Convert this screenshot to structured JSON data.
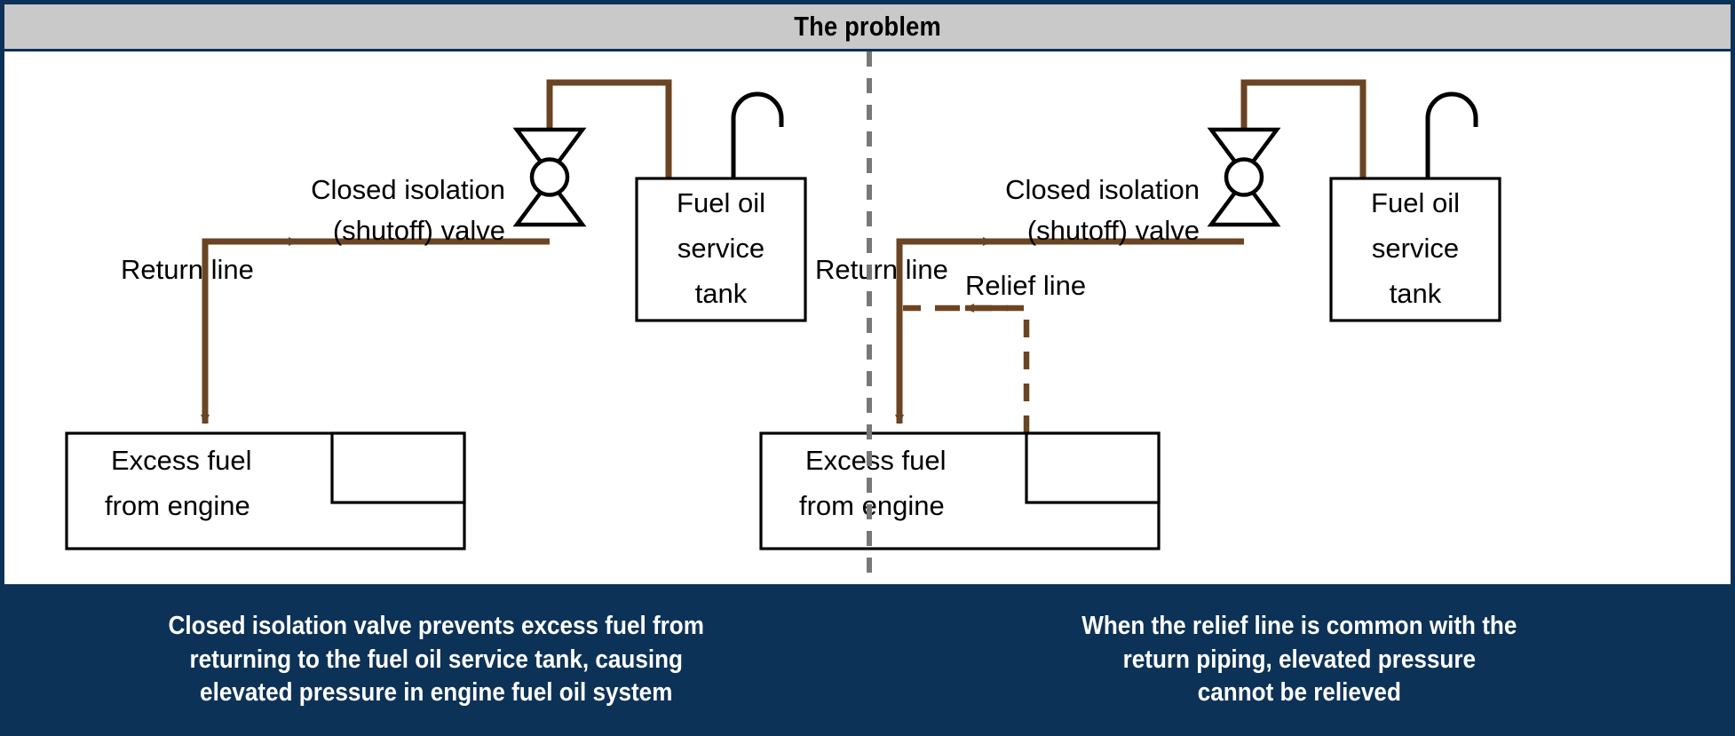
{
  "header": {
    "title": "The problem"
  },
  "colors": {
    "border": "#0d3257",
    "header_bg": "#c9c9c9",
    "caption_bg": "#0d3257",
    "caption_text": "#ffffff",
    "pipe": "#6b4423",
    "relief_line": "#6b4423",
    "divider": "#787878",
    "outline": "#000000",
    "panel_bg": "#ffffff"
  },
  "panels": [
    {
      "id": "left",
      "caption": "Closed isolation valve prevents excess fuel from\nreturning to the fuel oil service tank, causing\nelevated pressure in engine fuel oil system",
      "labels": {
        "valve_line1": "Closed isolation",
        "valve_line2": "(shutoff) valve",
        "return_line": "Return line",
        "tank_line1": "Fuel oil",
        "tank_line2": "service",
        "tank_line3": "tank",
        "engine_line1": "Excess fuel",
        "engine_line2": "from engine"
      },
      "has_relief_line": false,
      "relief_label": ""
    },
    {
      "id": "right",
      "caption": "When the relief line is common with the\nreturn piping, elevated pressure\ncannot be relieved",
      "labels": {
        "valve_line1": "Closed isolation",
        "valve_line2": "(shutoff) valve",
        "return_line": "Return line",
        "tank_line1": "Fuel oil",
        "tank_line2": "service",
        "tank_line3": "tank",
        "engine_line1": "Excess fuel",
        "engine_line2": "from engine"
      },
      "has_relief_line": true,
      "relief_label": "Relief line"
    }
  ],
  "components": {
    "valve_name": "butterfly-valve-symbol",
    "vent_name": "tank-vent-pipe",
    "tank_name": "fuel-oil-service-tank",
    "engine_name": "engine-box",
    "inner_box_name": "engine-inner-box",
    "flow_arrow_name": "flow-arrow"
  }
}
